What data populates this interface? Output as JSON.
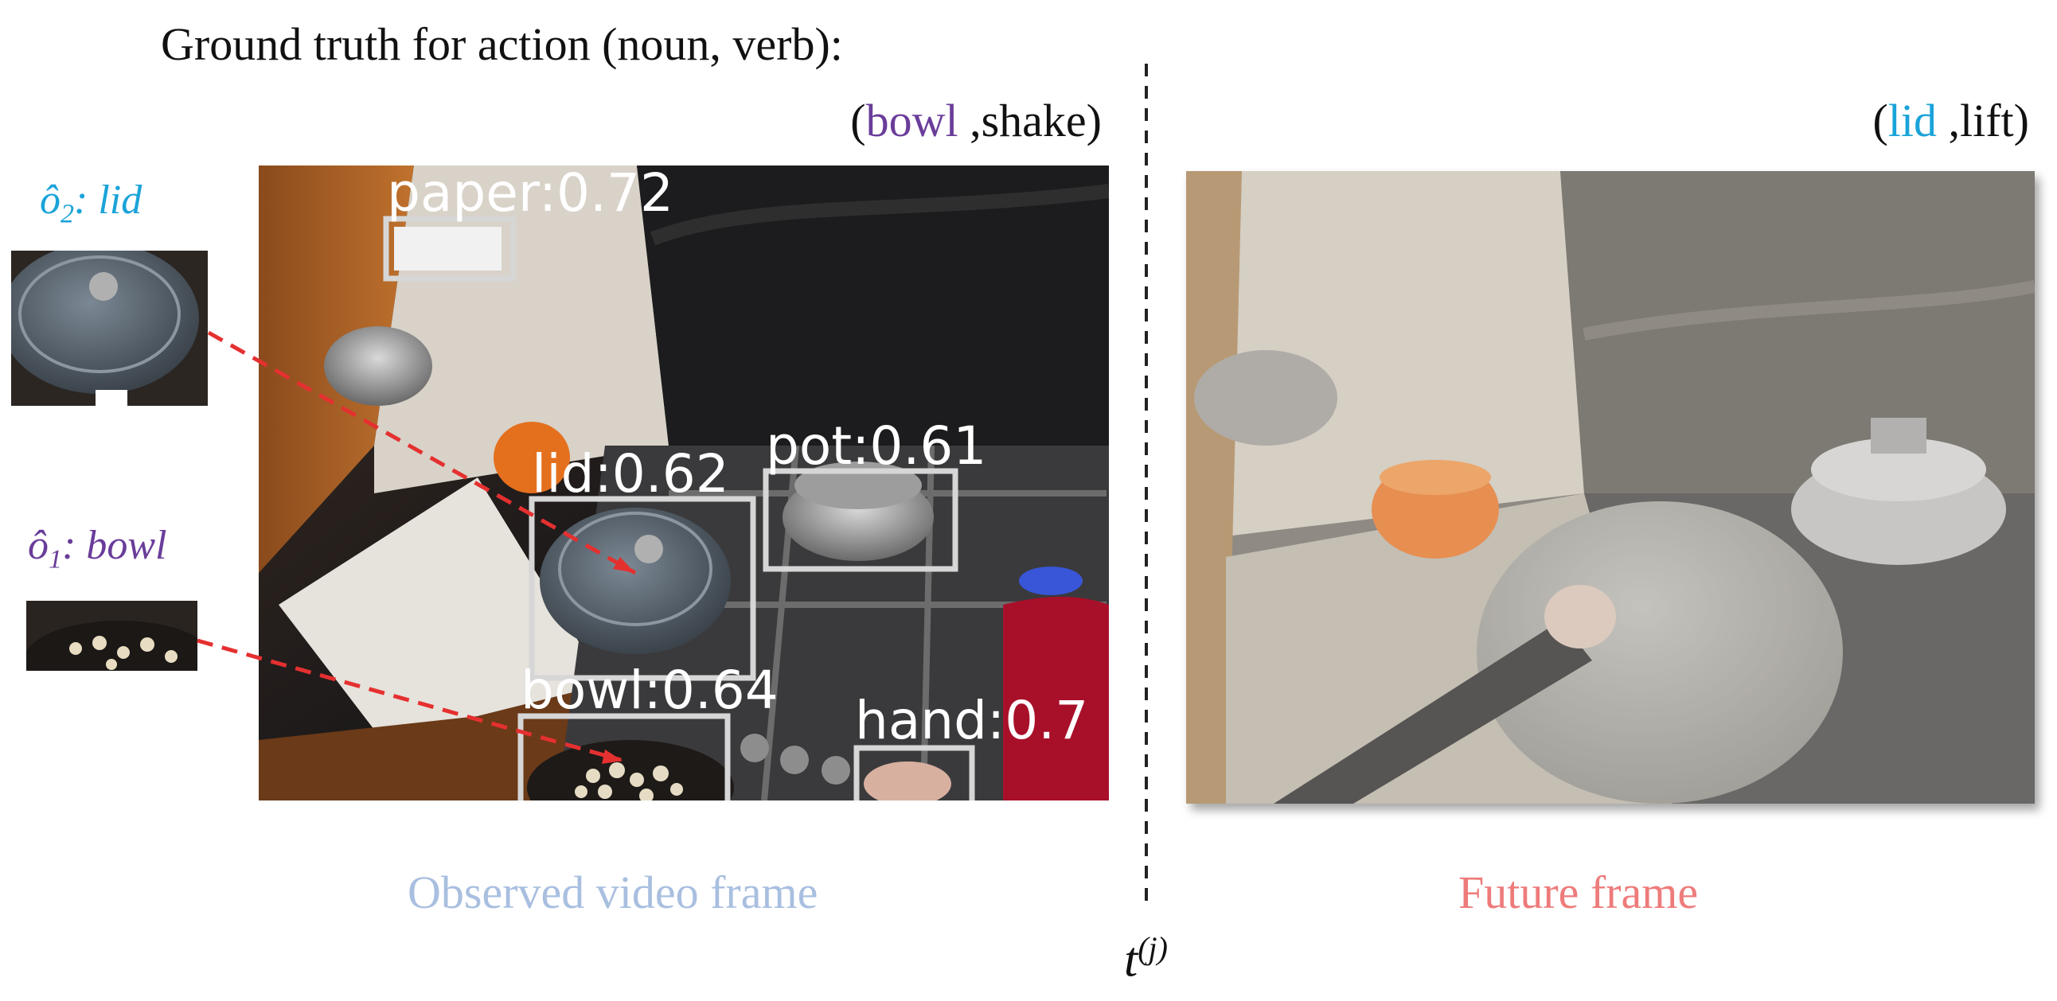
{
  "header": {
    "title": "Ground truth for action (noun, verb):"
  },
  "observed": {
    "action_noun": "bowl",
    "action_sep": " ,",
    "action_verb": "shake",
    "caption": "Observed video frame",
    "detections": [
      {
        "label": "paper:0.72"
      },
      {
        "label": "lid:0.62"
      },
      {
        "label": "pot:0.61"
      },
      {
        "label": "bowl:0.64"
      },
      {
        "label": "hand:0.7"
      }
    ]
  },
  "future": {
    "action_noun": "lid",
    "action_sep": " ,",
    "action_verb": "lift",
    "caption": "Future frame"
  },
  "objects": [
    {
      "hat_label": "ô",
      "subscript": "2",
      "name": ": lid"
    },
    {
      "hat_label": "ô",
      "subscript": "1",
      "name": ": bowl"
    }
  ],
  "time_label": {
    "base": "t",
    "sup": "(j)"
  },
  "colors": {
    "bowl": "#6a3d9a",
    "lid": "#1aa3d9",
    "observed_caption": "#a9bfe0",
    "future_caption": "#ee7b7b",
    "arrow": "#e53030",
    "box": "#d6d6d6"
  }
}
